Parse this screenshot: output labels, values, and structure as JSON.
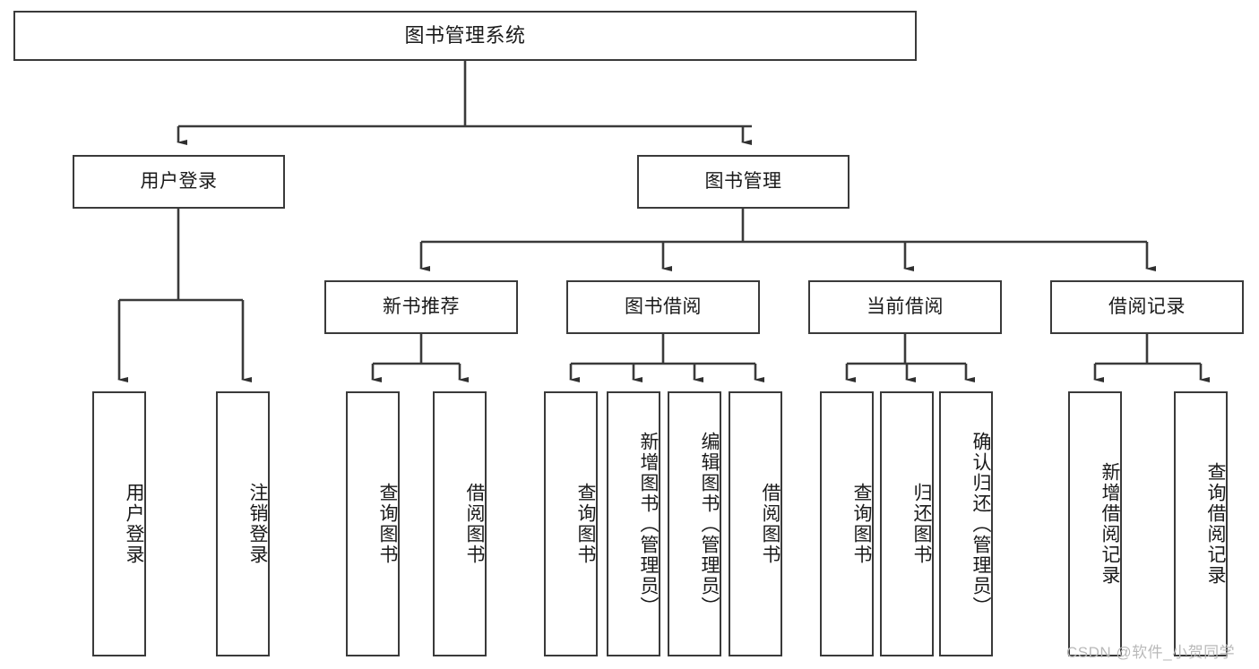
{
  "diagram": {
    "type": "tree",
    "title": "图书管理系统",
    "watermark": "CSDN @软件_小贺同学",
    "colors": {
      "stroke": "#3a3a3a",
      "fill": "#ffffff",
      "text": "#1a1a1a",
      "watermark": "#b9b9b9"
    },
    "nodes": {
      "root": {
        "label": "图书管理系统"
      },
      "level1": [
        {
          "label": "用户登录"
        },
        {
          "label": "图书管理"
        }
      ],
      "level2": [
        {
          "label": "新书推荐"
        },
        {
          "label": "图书借阅"
        },
        {
          "label": "当前借阅"
        },
        {
          "label": "借阅记录"
        }
      ],
      "leaves": [
        {
          "label": "用户登录"
        },
        {
          "label": "注销登录"
        },
        {
          "label": "查询图书"
        },
        {
          "label": "借阅图书"
        },
        {
          "label": "查询图书"
        },
        {
          "label": "新增图书（管理员）"
        },
        {
          "label": "编辑图书（管理员）"
        },
        {
          "label": "借阅图书"
        },
        {
          "label": "查询图书"
        },
        {
          "label": "归还图书"
        },
        {
          "label": "确认归还（管理员）"
        },
        {
          "label": "新增借阅记录"
        },
        {
          "label": "查询借阅记录"
        }
      ]
    },
    "edges": [
      {
        "from": "图书管理系统",
        "to": "用户登录"
      },
      {
        "from": "图书管理系统",
        "to": "图书管理"
      },
      {
        "from": "用户登录",
        "to": "用户登录"
      },
      {
        "from": "用户登录",
        "to": "注销登录"
      },
      {
        "from": "图书管理",
        "to": "新书推荐"
      },
      {
        "from": "图书管理",
        "to": "图书借阅"
      },
      {
        "from": "图书管理",
        "to": "当前借阅"
      },
      {
        "from": "图书管理",
        "to": "借阅记录"
      },
      {
        "from": "新书推荐",
        "to": "查询图书"
      },
      {
        "from": "新书推荐",
        "to": "借阅图书"
      },
      {
        "from": "图书借阅",
        "to": "查询图书"
      },
      {
        "from": "图书借阅",
        "to": "新增图书（管理员）"
      },
      {
        "from": "图书借阅",
        "to": "编辑图书（管理员）"
      },
      {
        "from": "图书借阅",
        "to": "借阅图书"
      },
      {
        "from": "当前借阅",
        "to": "查询图书"
      },
      {
        "from": "当前借阅",
        "to": "归还图书"
      },
      {
        "from": "当前借阅",
        "to": "确认归还（管理员）"
      },
      {
        "from": "借阅记录",
        "to": "新增借阅记录"
      },
      {
        "from": "借阅记录",
        "to": "查询借阅记录"
      }
    ]
  }
}
